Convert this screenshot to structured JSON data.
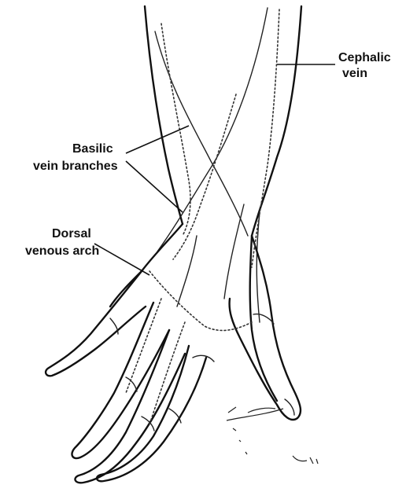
{
  "figure": {
    "labels": {
      "cephalic_line1": "Cephalic",
      "cephalic_line2": "vein",
      "basilic_line1": "Basilic",
      "basilic_line2": "vein branches",
      "dorsal_line1": "Dorsal",
      "dorsal_line2": "venous arch"
    },
    "colors": {
      "ink": "#111111",
      "background": "#ffffff"
    }
  }
}
